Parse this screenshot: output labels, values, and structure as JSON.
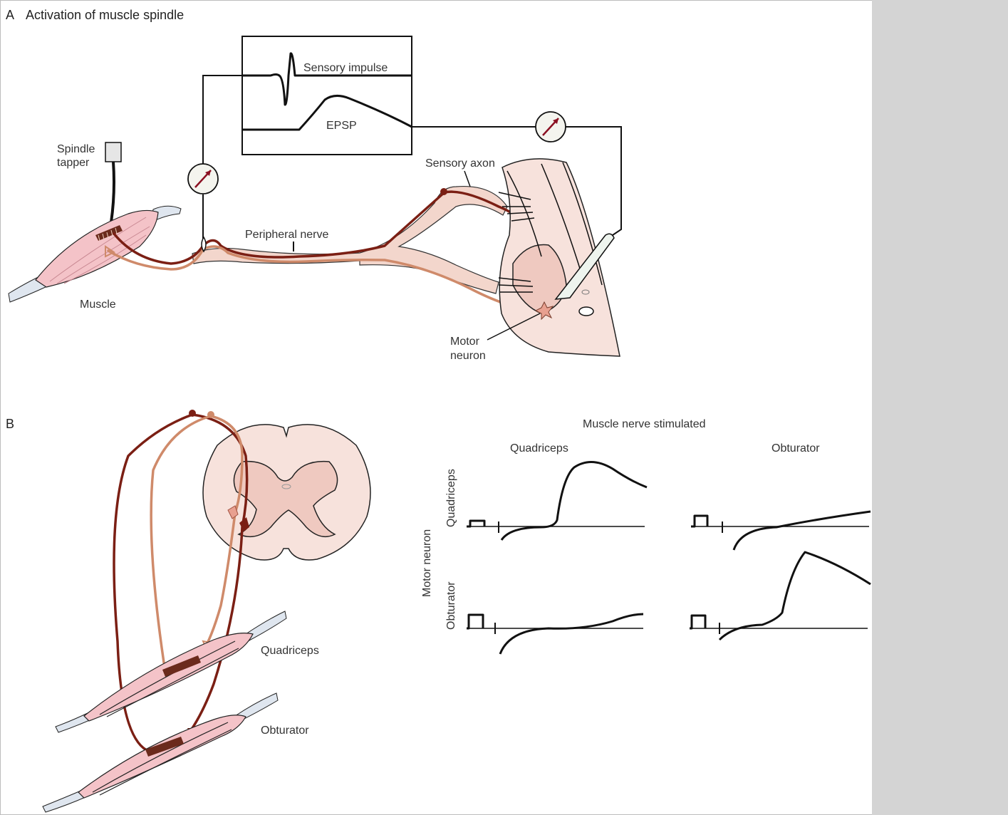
{
  "panel_a": {
    "letter": "A",
    "title": "Activation of muscle spindle",
    "labels": {
      "spindle_tapper_1": "Spindle",
      "spindle_tapper_2": "tapper",
      "sensory_impulse": "Sensory impulse",
      "epsp": "EPSP",
      "sensory_axon": "Sensory axon",
      "peripheral_nerve": "Peripheral nerve",
      "muscle": "Muscle",
      "motor_neuron_1": "Motor",
      "motor_neuron_2": "neuron"
    }
  },
  "panel_b": {
    "letter": "B",
    "muscle_quadriceps": "Quadriceps",
    "muscle_obturator": "Obturator",
    "stimulated_title": "Muscle nerve stimulated",
    "col_quadriceps": "Quadriceps",
    "col_obturator": "Obturator",
    "row_axis_label": "Motor neuron",
    "row_quadriceps": "Quadriceps",
    "row_obturator": "Obturator"
  },
  "colors": {
    "homonymous_axon": "#7b1f14",
    "heteronymous_axon": "#cf8a6a",
    "muscle": "#f4c3c8",
    "spinal_cord": "#f7e2dc",
    "gray_matter": "#efc9c0",
    "side_panel": "#d4d4d4"
  }
}
